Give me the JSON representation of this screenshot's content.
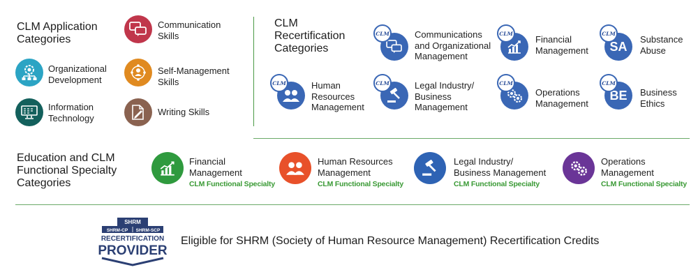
{
  "application": {
    "heading_line1": "CLM Application",
    "heading_line2": "Categories",
    "items": [
      {
        "line1": "Communication",
        "line2": "Skills",
        "color": "#c0364b",
        "icon": "chat-bubbles-icon"
      },
      {
        "line1": "Organizational",
        "line2": "Development",
        "color": "#2ba4c4",
        "icon": "org-gear-icon"
      },
      {
        "line1": "Self-Management",
        "line2": "Skills",
        "color": "#e08a20",
        "icon": "person-network-icon"
      },
      {
        "line1": "Information",
        "line2": "Technology",
        "color": "#13605c",
        "icon": "monitor-icon"
      },
      {
        "line1": "Writing Skills",
        "line2": "",
        "color": "#8a6250",
        "icon": "document-pen-icon"
      }
    ]
  },
  "recert": {
    "heading_line1": "CLM",
    "heading_line2": "Recertification",
    "heading_line3": "Categories",
    "badge_text": "CLM",
    "items": [
      {
        "lines": [
          "Communications",
          "and Organizational",
          "Management"
        ],
        "icon": "chat-bubbles-icon"
      },
      {
        "lines": [
          "Financial",
          "Management"
        ],
        "icon": "money-chart-icon"
      },
      {
        "lines": [
          "Substance",
          "Abuse"
        ],
        "icon": "sa-letters-icon",
        "abbr": "SA"
      },
      {
        "lines": [
          "Human",
          "Resources",
          "Management"
        ],
        "icon": "people-icon"
      },
      {
        "lines": [
          "Legal Industry/",
          "Business",
          "Management"
        ],
        "icon": "gavel-icon"
      },
      {
        "lines": [
          "Operations",
          "Management"
        ],
        "icon": "gears-icon"
      },
      {
        "lines": [
          "Business",
          "Ethics"
        ],
        "icon": "be-letters-icon",
        "abbr": "BE"
      }
    ],
    "color": "#3a67b5"
  },
  "functional": {
    "heading_line1": "Education and CLM",
    "heading_line2": "Functional Specialty",
    "heading_line3": "Categories",
    "spec_label": "CLM Functional Specialty",
    "items": [
      {
        "line1": "Financial",
        "line2": "Management",
        "color": "#2f9a3e",
        "icon": "money-chart-icon"
      },
      {
        "line1": "Human Resources",
        "line2": "Management",
        "color": "#e8512a",
        "icon": "people-icon"
      },
      {
        "line1": "Legal Industry/",
        "line2": "Business Management",
        "color": "#2e63b4",
        "icon": "gavel-icon"
      },
      {
        "line1": "Operations",
        "line2": "Management",
        "color": "#6a3597",
        "icon": "gears-icon"
      }
    ]
  },
  "shrm": {
    "top": "SHRM",
    "cp": "SHRM-CP",
    "scp": "SHRM-SCP",
    "recert": "RECERTIFICATION",
    "provider": "PROVIDER",
    "color": "#2b3f73",
    "eligibility": "Eligible for SHRM (Society of Human Resource Management) Recertification Credits"
  }
}
